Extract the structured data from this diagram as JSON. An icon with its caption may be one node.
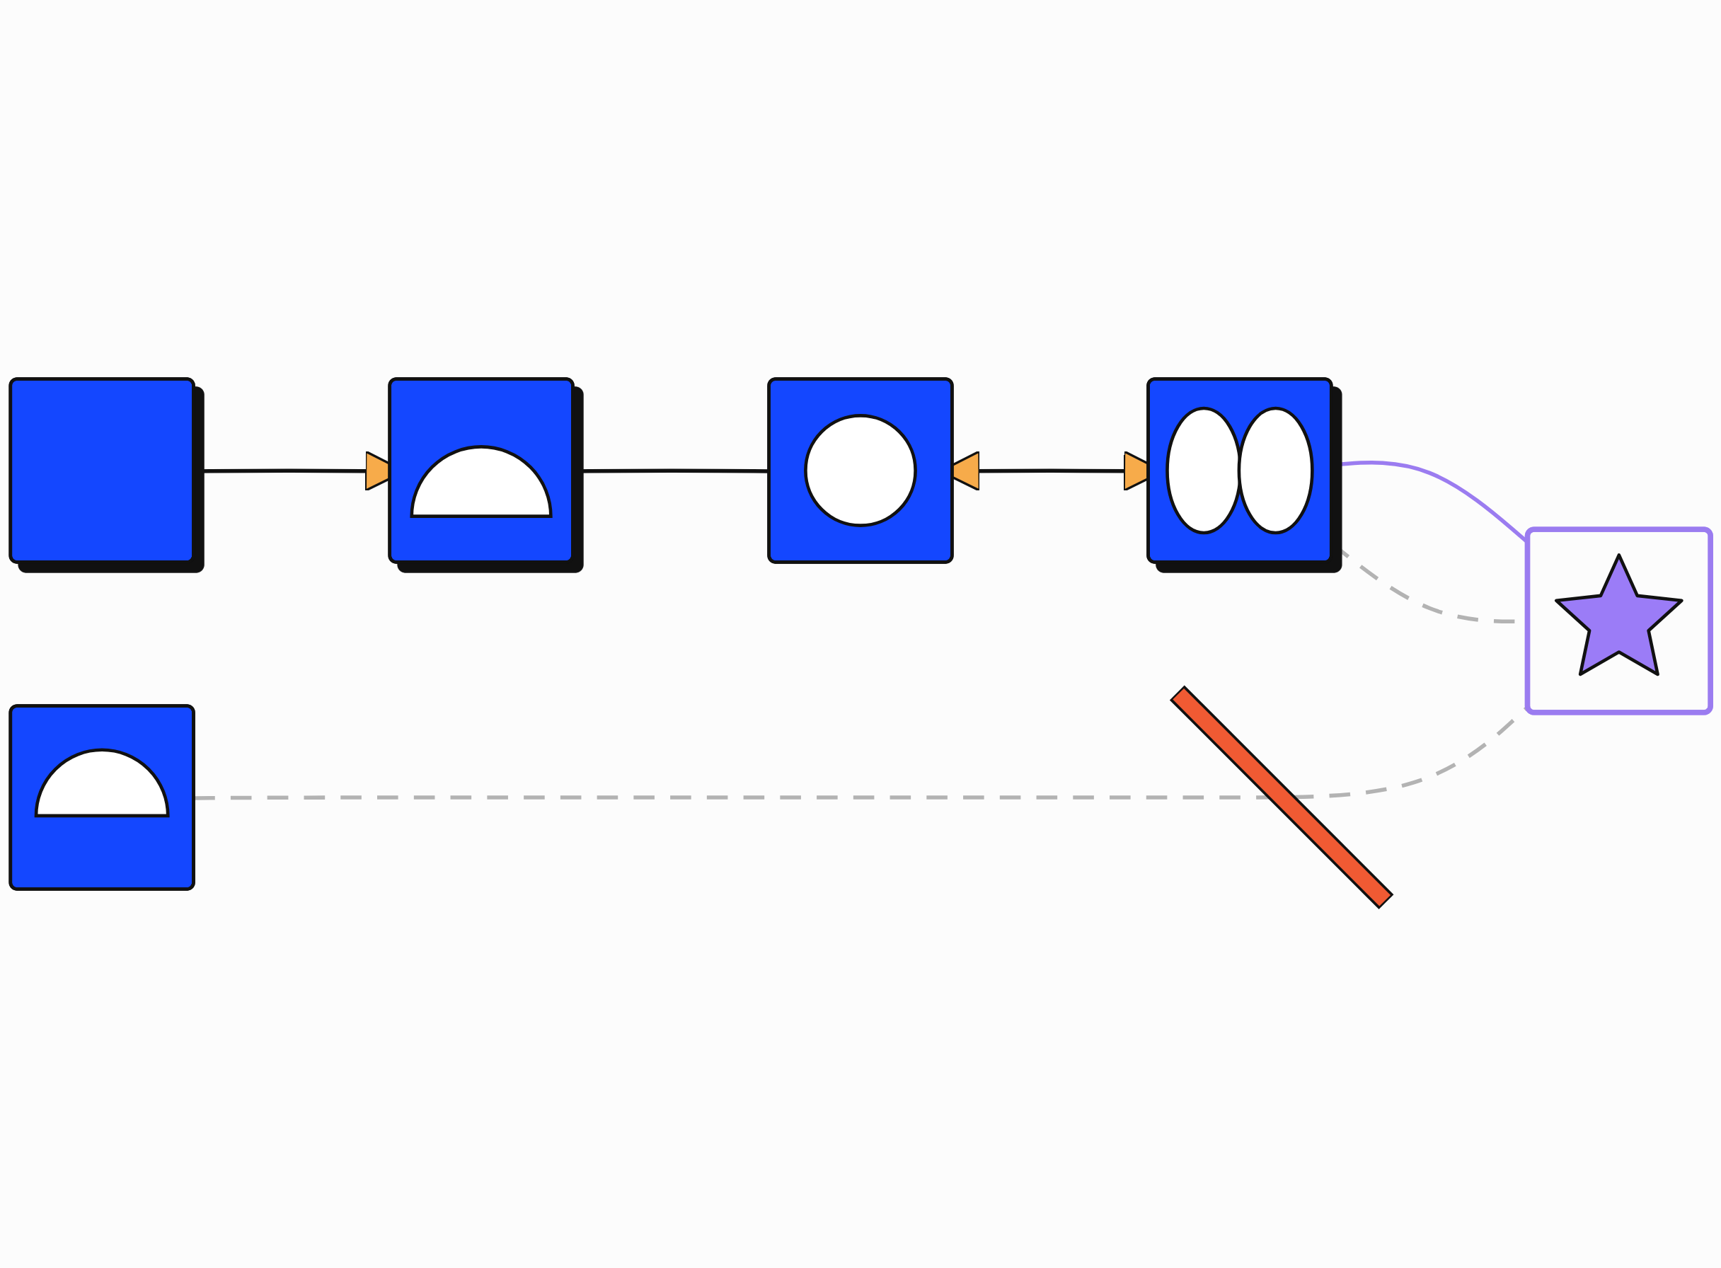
{
  "diagram": {
    "nodes": [
      {
        "text": [],
        "shape": "box"
      },
      {
        "text": [],
        "shape": "box"
      },
      {
        "text": [],
        "shape": "box"
      },
      {
        "text": [],
        "shape": "box"
      },
      {
        "text": [],
        "shape": "box"
      },
      {
        "text": [],
        "shape": "box"
      }
    ],
    "edges": [
      {
        "from": 1,
        "to": 2,
        "arrow": "to"
      },
      {
        "from": 2,
        "to": 3,
        "arrow": "none"
      },
      {
        "from": 3,
        "to": 4,
        "arrow": "both"
      },
      {
        "from": 4,
        "to": 5,
        "arrow": "none",
        "color": "#9b7cf0"
      },
      {
        "from": 0,
        "to": 5,
        "arrow": "none",
        "style": "dashed",
        "color": "#b3b3b3"
      },
      {
        "from": 4,
        "to": 5,
        "arrow": "none",
        "style": "dashed",
        "color": "#b3b3b3"
      }
    ]
  }
}
